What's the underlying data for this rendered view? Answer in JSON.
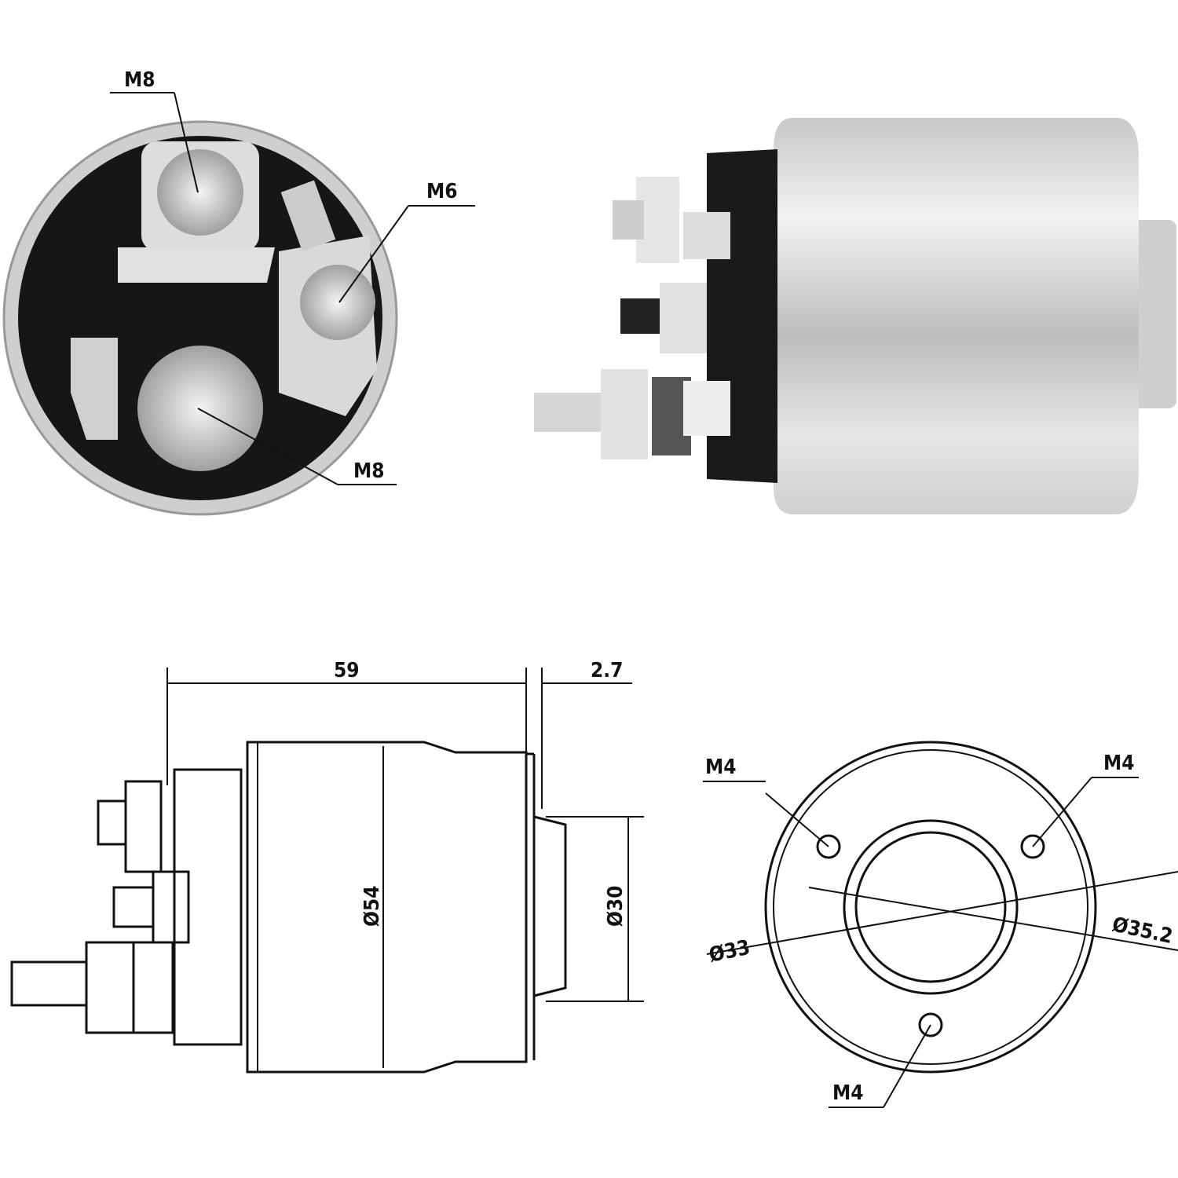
{
  "photo_end_view": {
    "labels": [
      "M8",
      "M6",
      "M8"
    ]
  },
  "photo_side_view": {},
  "drawing_side_view": {
    "length": "59",
    "flange_offset": "2.7",
    "body_diameter": "Ø54",
    "boss_diameter": "Ø30"
  },
  "drawing_end_view": {
    "mount_threads": [
      "M4",
      "M4",
      "M4"
    ],
    "inner_diameter": "Ø33",
    "bolt_circle_diameter": "Ø35.2"
  },
  "colors": {
    "line": "#111111",
    "body": "#d8d8d8",
    "cap": "#1a1a1a"
  }
}
